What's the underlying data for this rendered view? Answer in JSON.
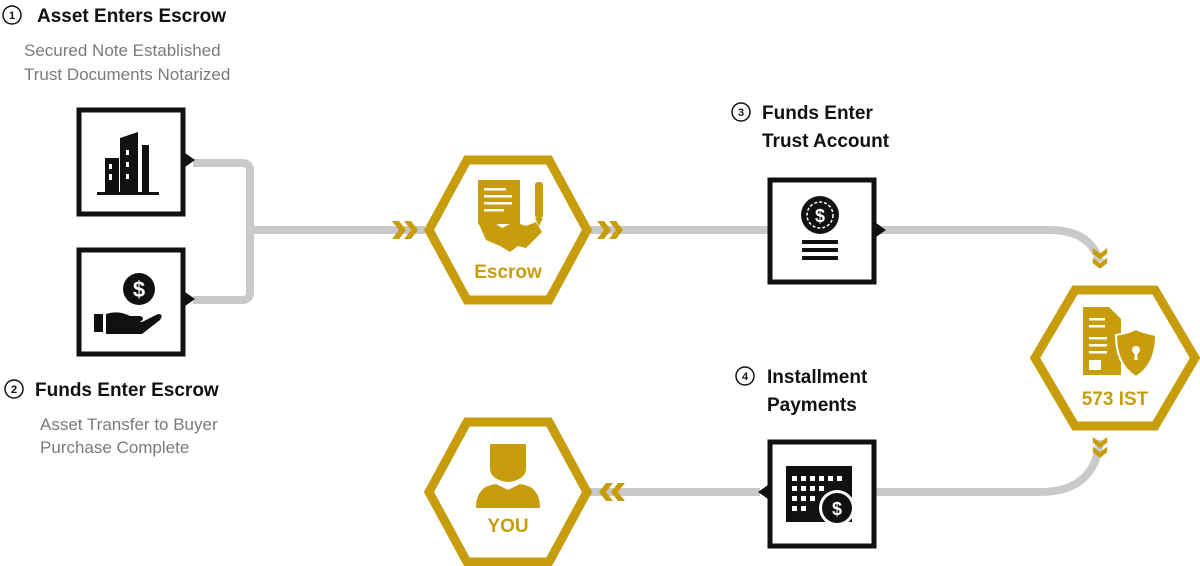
{
  "colors": {
    "gold": "#c89d0c",
    "connector": "#c9c9c9",
    "ink": "#111111",
    "subtext": "#7a7a7a"
  },
  "steps": [
    {
      "number": "1",
      "title_lines": [
        "Asset Enters Escrow"
      ],
      "subtitle_lines": [
        "Secured Note Established",
        "Trust Documents Notarized"
      ]
    },
    {
      "number": "2",
      "title_lines": [
        "Funds Enter Escrow"
      ],
      "subtitle_lines": [
        "Asset Transfer to Buyer",
        "Purchase Complete"
      ]
    },
    {
      "number": "3",
      "title_lines": [
        "Funds Enter",
        "Trust Account"
      ]
    },
    {
      "number": "4",
      "title_lines": [
        "Installment",
        "Payments"
      ]
    }
  ],
  "nodes": {
    "escrow": {
      "label": "Escrow",
      "icon": "handshake-contract-icon"
    },
    "trust": {
      "label": "573 IST",
      "icon": "secure-document-icon"
    },
    "you": {
      "label": "YOU",
      "icon": "user-icon"
    },
    "asset_box": {
      "icon": "buildings-icon"
    },
    "funds_box": {
      "icon": "hand-dollar-icon"
    },
    "trust_account_box": {
      "icon": "coin-stack-icon"
    },
    "installment_box": {
      "icon": "calendar-dollar-icon"
    }
  }
}
